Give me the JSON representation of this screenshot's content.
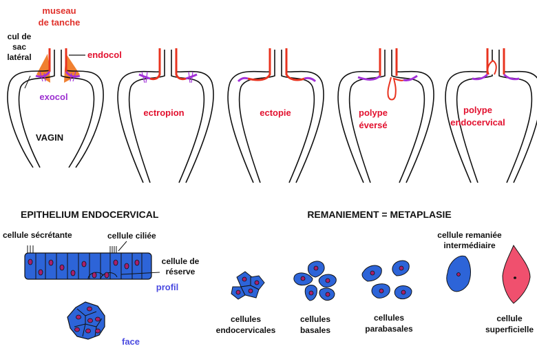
{
  "top_labels": {
    "museau_line1": "museau",
    "museau_line2": "de tanche",
    "endocol": "endocol",
    "cul_line1": "cul de",
    "cul_line2": "sac",
    "cul_line3": "latéral",
    "exocol": "exocol",
    "vagin": "VAGIN"
  },
  "conditions": [
    {
      "lines": [
        "ectropion"
      ]
    },
    {
      "lines": [
        "ectopie"
      ]
    },
    {
      "lines": [
        "polype",
        "éversé"
      ]
    },
    {
      "lines": [
        "polype",
        "endocervical"
      ]
    }
  ],
  "epithelium": {
    "title": "EPITHELIUM ENDOCERVICAL",
    "secretante": "cellule sécrétante",
    "ciliee": "cellule ciliée",
    "reserve_line1": "cellule de",
    "reserve_line2": "réserve",
    "profil": "profil",
    "face": "face"
  },
  "remaniement": {
    "title": "REMANIEMENT = METAPLASIE",
    "intermediaire_line1": "cellule remaniée",
    "intermediaire_line2": "intermédiaire",
    "captions": [
      [
        "cellules",
        "endocervicales"
      ],
      [
        "cellules",
        "basales"
      ],
      [
        "cellules",
        "parabasales"
      ],
      [
        "cellule",
        "superficielle"
      ]
    ]
  },
  "colors": {
    "endocol": "#e8331f",
    "exocol": "#a230d8",
    "museau_fill": "#f08030",
    "cell_blue": "#2d64d8",
    "nucleus": "#a8206a",
    "superficial_cell": "#f0506e"
  }
}
